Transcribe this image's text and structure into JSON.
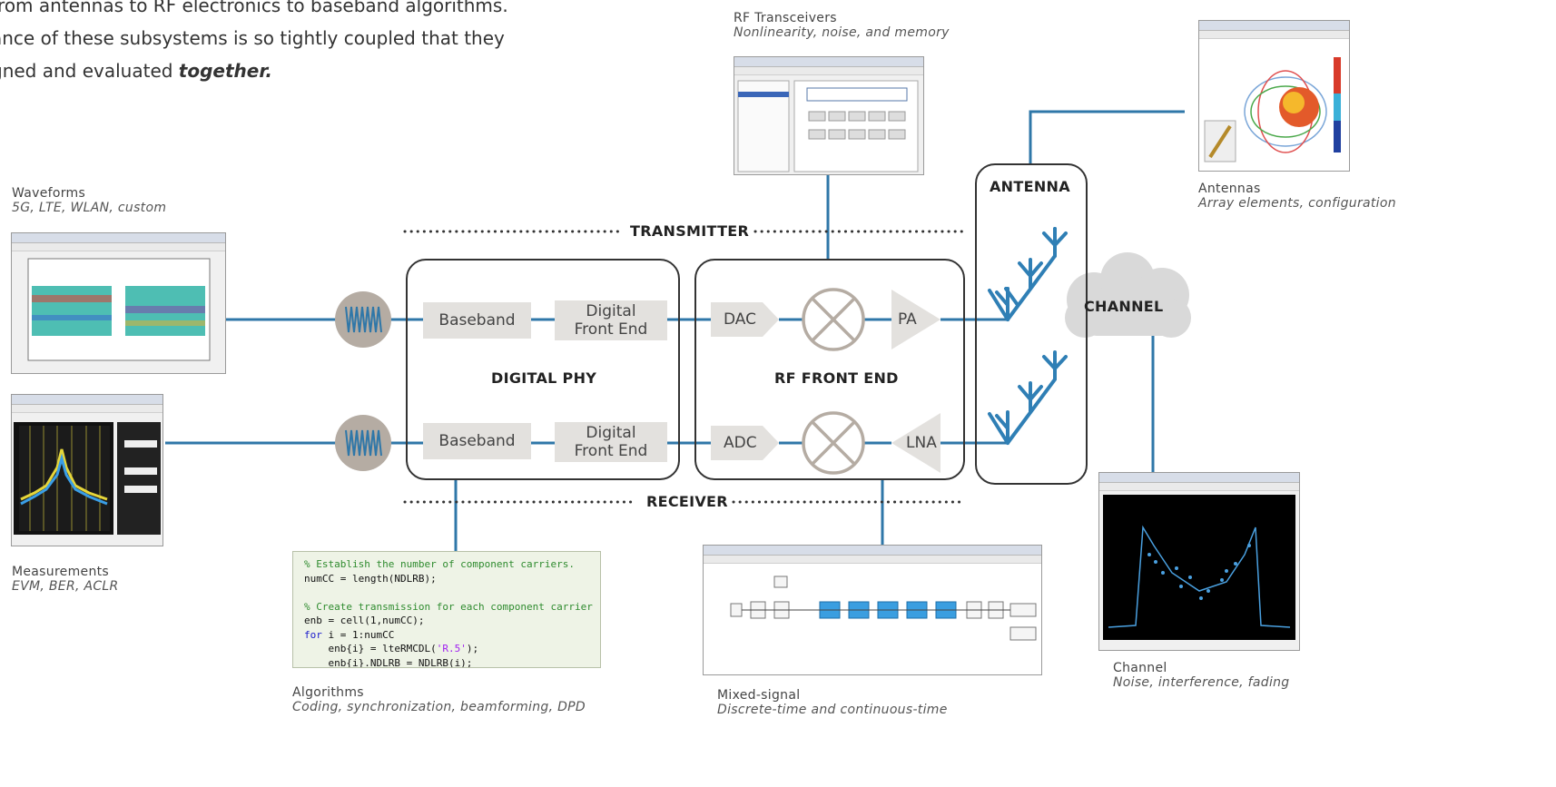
{
  "intro": {
    "line1": "from antennas to RF electronics to baseband algorithms.",
    "line2": "ance of these subsystems is so tightly coupled that they",
    "line3_pre": "gned and evaluated ",
    "line3_emph": "together."
  },
  "sections": {
    "transmitter": "TRANSMITTER",
    "receiver": "RECEIVER",
    "digital_phy": "DIGITAL PHY",
    "rf_front_end": "RF FRONT END",
    "antenna": "ANTENNA",
    "channel": "CHANNEL"
  },
  "blocks": {
    "tx_baseband": "Baseband",
    "tx_dfe_1": "Digital",
    "tx_dfe_2": "Front End",
    "rx_baseband": "Baseband",
    "rx_dfe_1": "Digital",
    "rx_dfe_2": "Front End",
    "dac": "DAC",
    "adc": "ADC",
    "pa": "PA",
    "lna": "LNA"
  },
  "captions": {
    "waveforms": {
      "title": "Waveforms",
      "sub": "5G, LTE, WLAN, custom"
    },
    "measurements": {
      "title": "Measurements",
      "sub": "EVM, BER, ACLR"
    },
    "rf_transceivers": {
      "title": "RF Transceivers",
      "sub": "Nonlinearity, noise, and memory"
    },
    "antennas": {
      "title": "Antennas",
      "sub": "Array elements, configuration"
    },
    "channel": {
      "title": "Channel",
      "sub": "Noise, interference, fading"
    },
    "algorithms": {
      "title": "Algorithms",
      "sub": "Coding, synchronization, beamforming, DPD"
    },
    "mixed_signal": {
      "title": "Mixed-signal",
      "sub": "Discrete-time and continuous-time"
    }
  },
  "code_lines": [
    {
      "t": "cm",
      "s": "% Establish the number of component carriers."
    },
    {
      "t": "tx",
      "s": "numCC = length(NDLRB);"
    },
    {
      "t": "tx",
      "s": ""
    },
    {
      "t": "cm",
      "s": "% Create transmission for each component carrier"
    },
    {
      "t": "tx",
      "s": "enb = cell(1,numCC);"
    },
    {
      "t": "kw",
      "s": "for",
      "rest": " i = 1:numCC"
    },
    {
      "t": "st",
      "pre": "    enb{i} = lteRMCDL(",
      "s": "'R.5'",
      "rest": ");"
    },
    {
      "t": "tx",
      "s": "    enb{i}.NDLRB = NDLRB(i);"
    }
  ],
  "colors": {
    "wire": "#2f77a8",
    "antenna": "#2f7fb5",
    "block": "#e3e1de",
    "mixer": "#b5aca3",
    "cloud": "#d9d9d9"
  }
}
